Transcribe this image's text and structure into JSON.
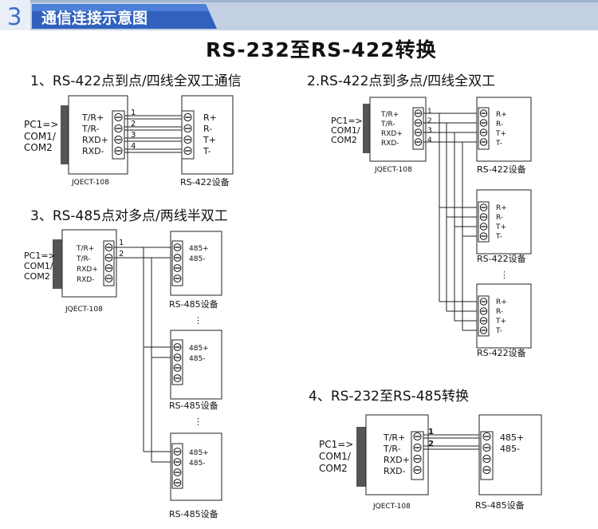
{
  "header": {
    "number": "3",
    "separator": "、",
    "title": "通信连接示意图",
    "colors": {
      "band": "#b8c6de",
      "tab": "#3b6fc8",
      "tab_dark": "#2a53a0",
      "tab_text": "#ffffff"
    }
  },
  "main_title": "RS-232至RS-422转换",
  "sections": [
    {
      "title": "1、RS-422点到点/四线全双工通信"
    },
    {
      "title": "2.RS-422点到多点/四线全双工"
    },
    {
      "title": "3、RS-485点对多点/两线半双工"
    },
    {
      "title": "4、RS-232至RS-485转换"
    }
  ],
  "converter": {
    "pc_label": [
      "PC1=>",
      "COM1/",
      "COM2"
    ],
    "terminals": [
      "T/R+",
      "T/R-",
      "RXD+",
      "RXD-"
    ],
    "model": "JQECT-108"
  },
  "wire_numbers": [
    "1",
    "2",
    "3",
    "4"
  ],
  "devices": {
    "rs422_terminals": [
      "R+",
      "R-",
      "T+",
      "T-"
    ],
    "rs422_label": "RS-422设备",
    "rs485_terminals": [
      "485+",
      "485-"
    ],
    "rs485_label": "RS-485设备",
    "ellipsis": "⋮"
  }
}
